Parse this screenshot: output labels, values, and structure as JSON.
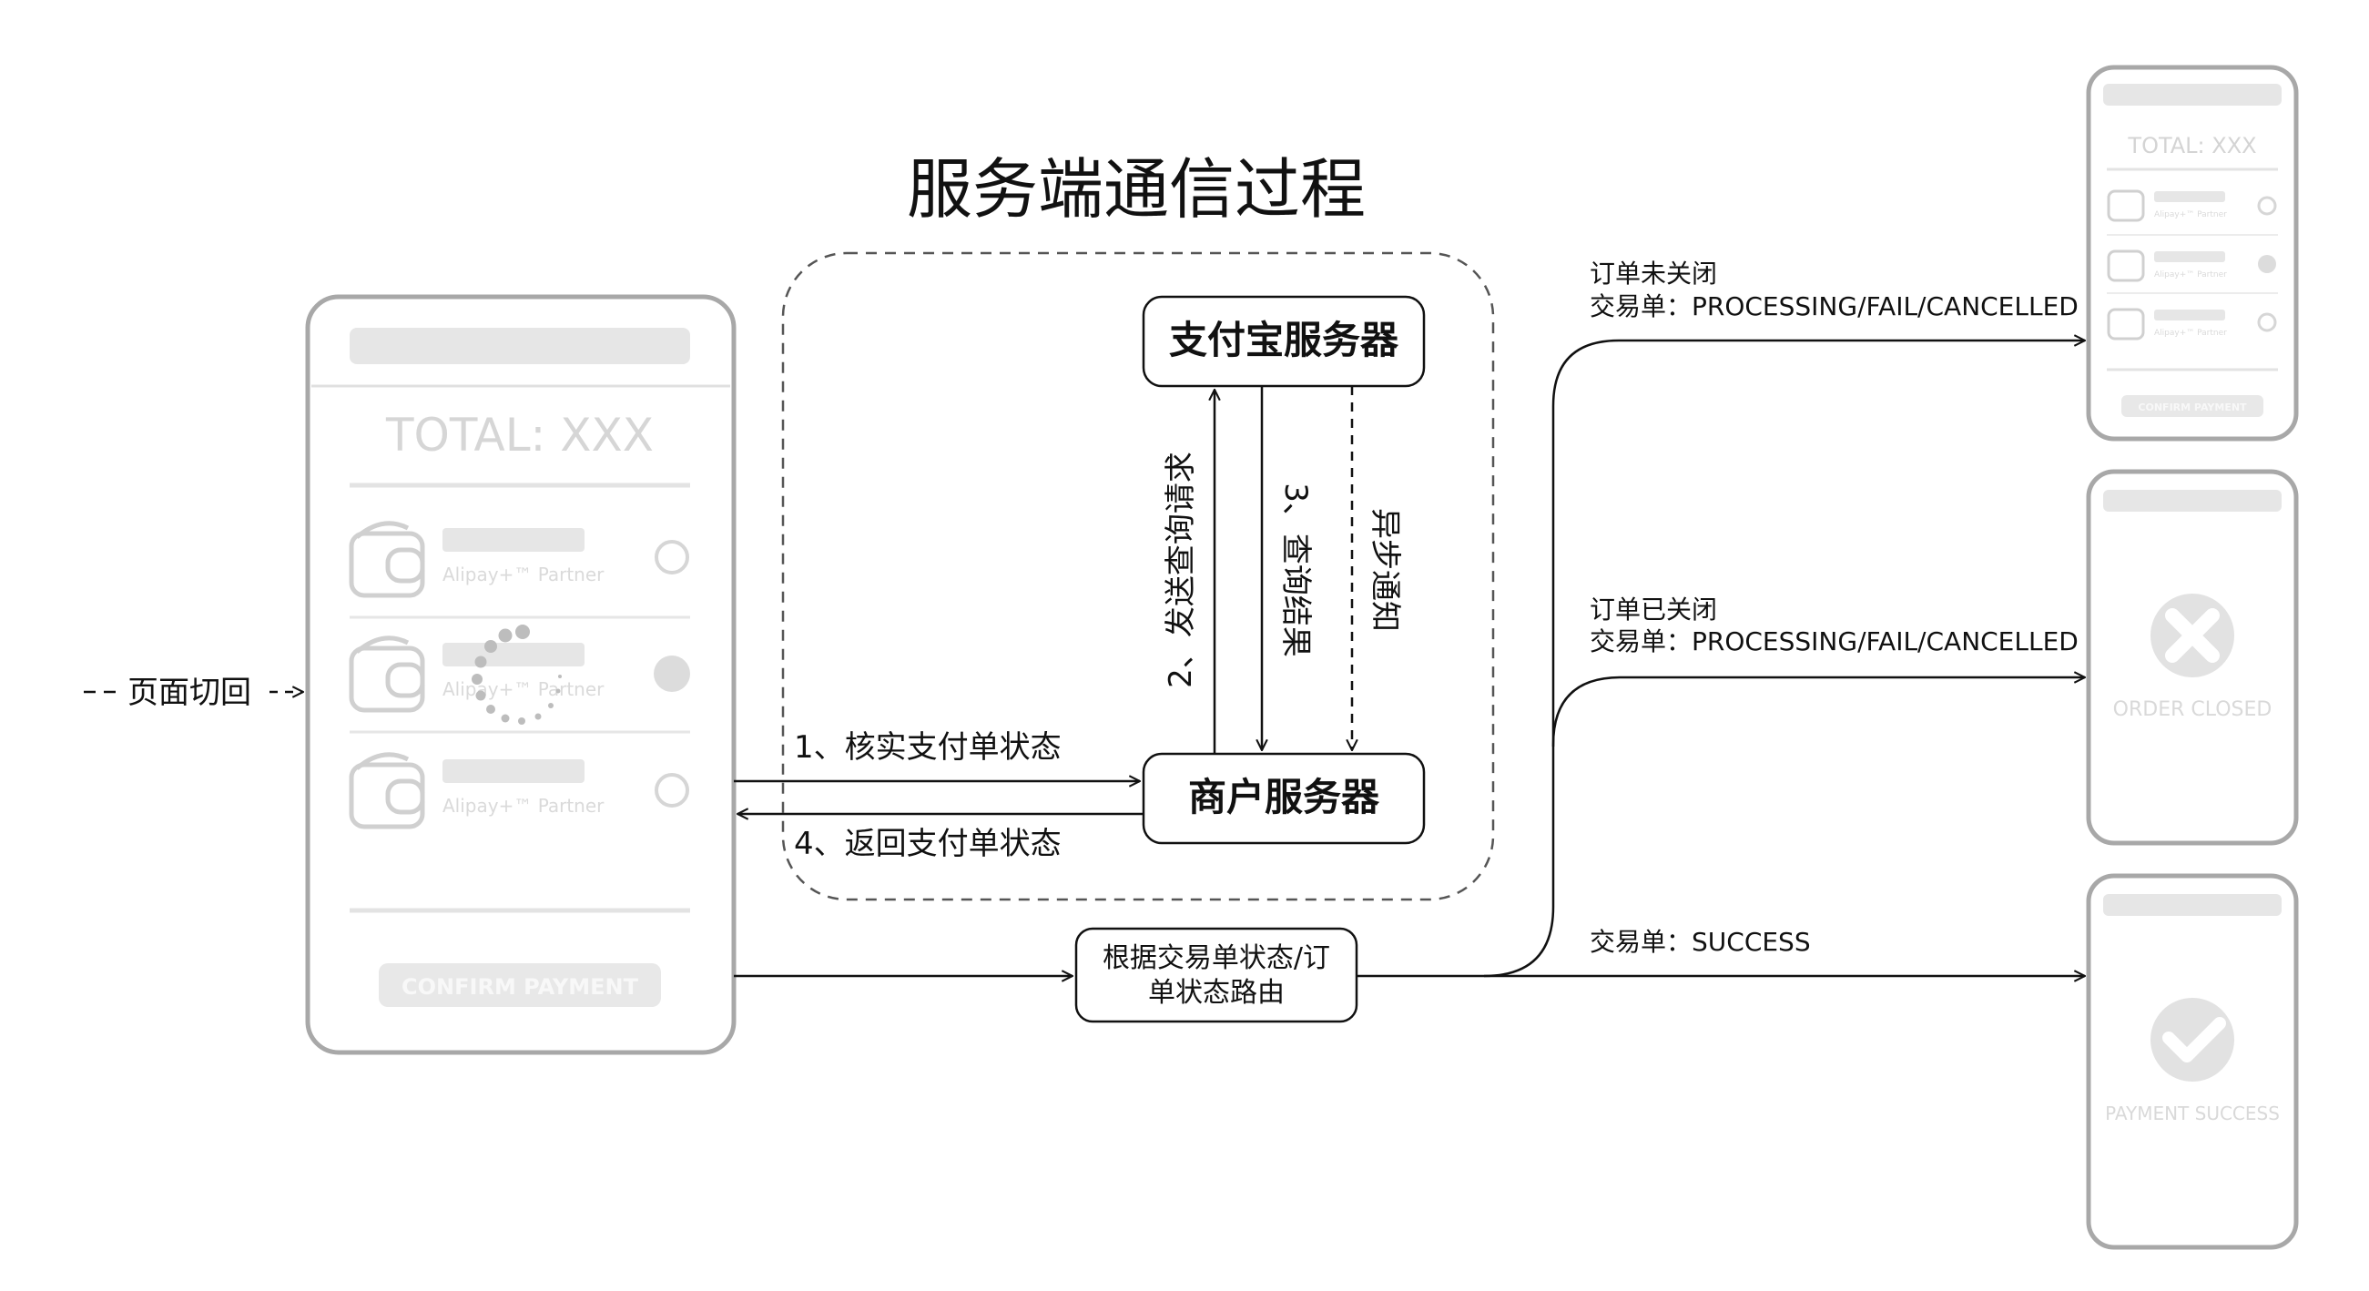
{
  "title": "服务端通信过程",
  "side_label": "页面切回",
  "alipay_server": "支付宝服务器",
  "merchant_server": "商户服务器",
  "router_lines": [
    "根据交易单状态/订",
    "单状态路由"
  ],
  "step1": "1、核实支付单状态",
  "step4": "4、返回支付单状态",
  "step2": "2、发送查询请求",
  "step3": "3、查询结果",
  "async_notify": "异步通知",
  "branches": {
    "open": {
      "line1": "订单未关闭",
      "line2": "交易单：PROCESSING/FAIL/CANCELLED"
    },
    "closed": {
      "line1": "订单已关闭",
      "line2": "交易单：PROCESSING/FAIL/CANCELLED"
    },
    "success": {
      "line1": "交易单：SUCCESS"
    }
  },
  "main_phone": {
    "total": "TOTAL: XXX",
    "partner": "Alipay+™ Partner",
    "confirm": "CONFIRM PAYMENT"
  },
  "small_phone_open": {
    "total": "TOTAL: XXX",
    "partner": "Alipay+™ Partner",
    "confirm": "CONFIRM PAYMENT"
  },
  "small_phone_closed": {
    "status": "ORDER CLOSED",
    "icon": "close-circle-icon"
  },
  "small_phone_success": {
    "status": "PAYMENT SUCCESS",
    "icon": "check-circle-icon"
  },
  "colors": {
    "line": "#111111",
    "phone": "#a8a8a8",
    "phone_fill": "#e6e6e6",
    "phone_text": "#d9d9d9"
  }
}
